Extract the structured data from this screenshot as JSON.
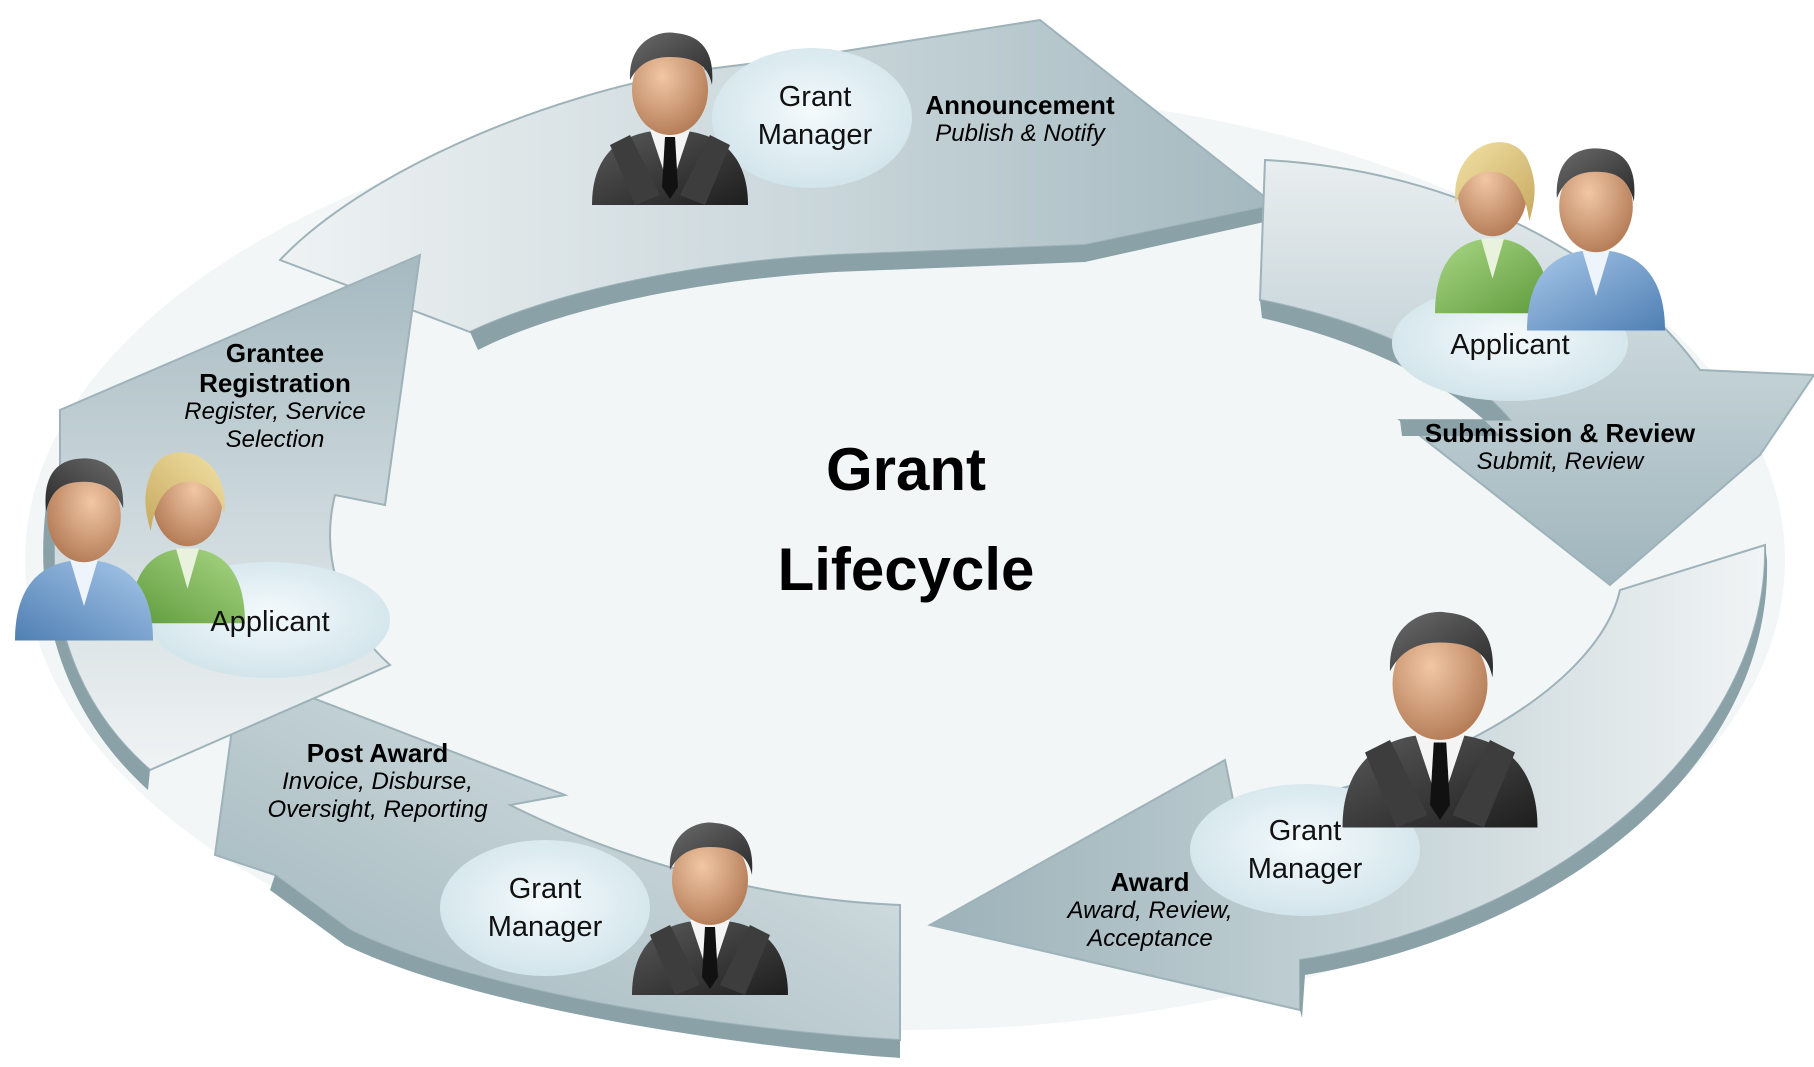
{
  "diagram": {
    "title_line1": "Grant",
    "title_line2": "Lifecycle",
    "stages": [
      {
        "id": "announcement",
        "title": "Announcement",
        "subtitle": "Publish & Notify",
        "role": "Grant\nManager",
        "role_icon": "grant-manager-icon"
      },
      {
        "id": "submission-review",
        "title": "Submission & Review",
        "subtitle": "Submit, Review",
        "role": "Applicant",
        "role_icon": "applicant-pair-icon"
      },
      {
        "id": "award",
        "title": "Award",
        "subtitle": "Award, Review, Acceptance",
        "role": "Grant\nManager",
        "role_icon": "grant-manager-icon"
      },
      {
        "id": "post-award",
        "title": "Post Award",
        "subtitle": "Invoice, Disburse, Oversight, Reporting",
        "role": "Grant\nManager",
        "role_icon": "grant-manager-icon"
      },
      {
        "id": "grantee-registration",
        "title": "Grantee Registration",
        "subtitle": "Register, Service Selection",
        "role": "Applicant",
        "role_icon": "applicant-pair-icon"
      }
    ]
  },
  "colors": {
    "arrow_fill": "#a9bdc3",
    "arrow_light": "#e6ebec",
    "arrow_edge": "#7f959c",
    "role_bubble": "#d8e8ed",
    "skin": "#d9a27a",
    "suit": "#2f2f2f",
    "applicant_green": "#7fb85a",
    "applicant_blue": "#6f9fd0"
  }
}
